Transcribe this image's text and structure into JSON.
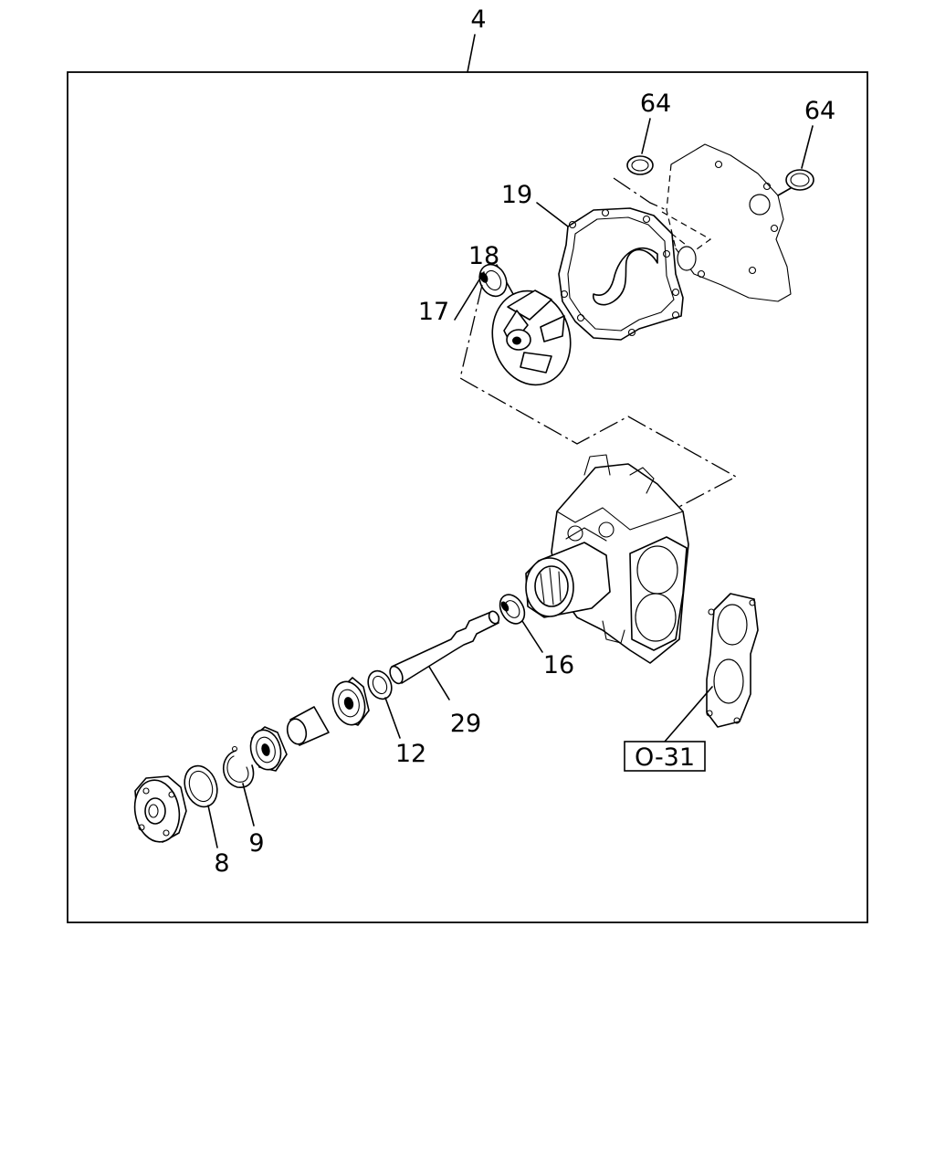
{
  "callouts": {
    "assembly": "4",
    "oring_left": "64",
    "oring_right": "64",
    "gasket_19": "19",
    "impeller_18": "18",
    "seal_17": "17",
    "seal_16": "16",
    "shaft_29": "29",
    "washer_12": "12",
    "snapring_9": "9",
    "pulley_8": "8"
  },
  "reference_box": "O-31"
}
